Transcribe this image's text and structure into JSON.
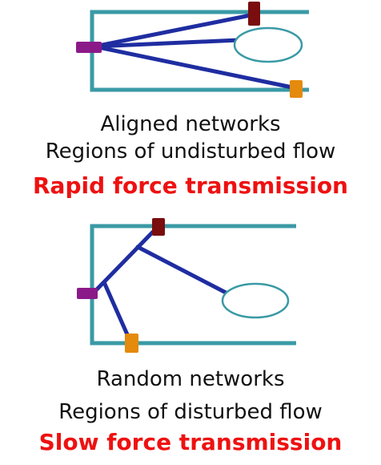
{
  "colors": {
    "channel": "#3a9aa5",
    "fiber": "#1f2da1",
    "purple_anchor": "#8b1a89",
    "dark_red_anchor": "#7a0d0d",
    "orange_anchor": "#e48a0c",
    "emphasis": "#ee1111"
  },
  "top_panel": {
    "line1": "Aligned networks",
    "line2": "Regions of undisturbed flow",
    "line3": "Rapid force transmission"
  },
  "bottom_panel": {
    "line1": "Random networks",
    "line2": "Regions of disturbed flow",
    "line3": "Slow force transmission"
  }
}
